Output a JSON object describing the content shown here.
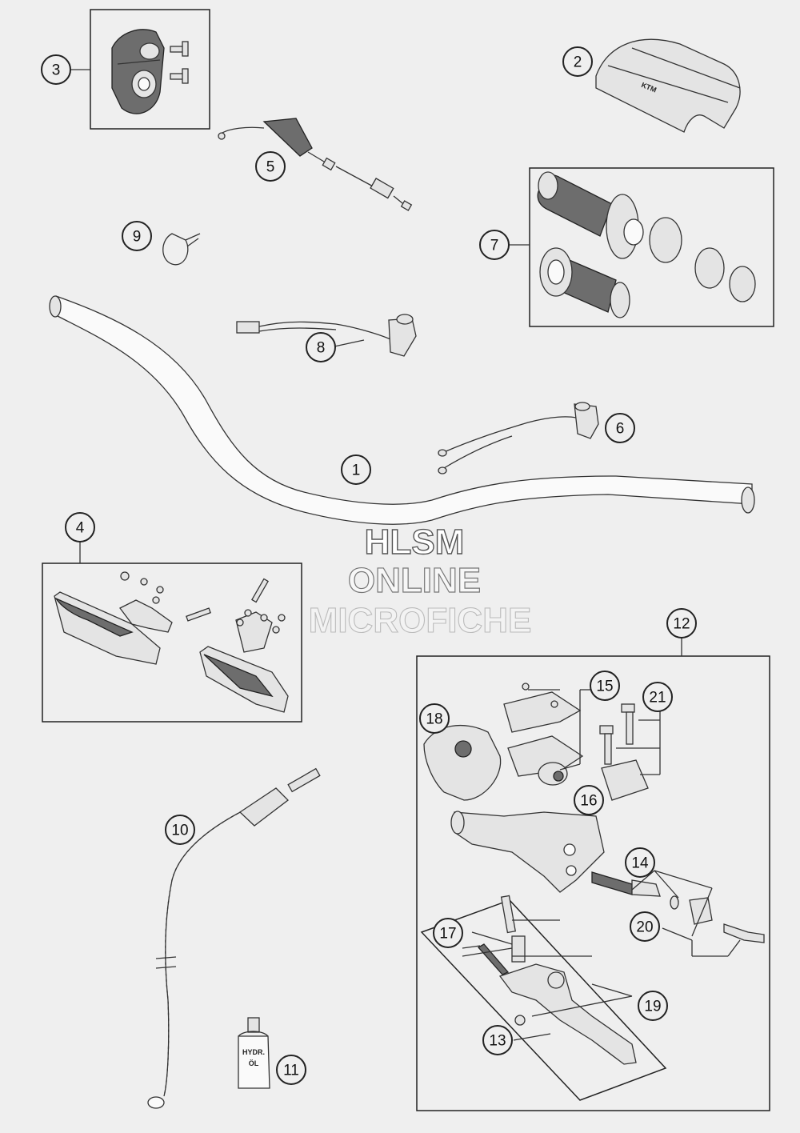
{
  "callouts": [
    {
      "id": "1",
      "label": "1"
    },
    {
      "id": "2",
      "label": "2"
    },
    {
      "id": "3",
      "label": "3"
    },
    {
      "id": "4",
      "label": "4"
    },
    {
      "id": "5",
      "label": "5"
    },
    {
      "id": "6",
      "label": "6"
    },
    {
      "id": "7",
      "label": "7"
    },
    {
      "id": "8",
      "label": "8"
    },
    {
      "id": "9",
      "label": "9"
    },
    {
      "id": "10",
      "label": "10"
    },
    {
      "id": "11",
      "label": "11"
    },
    {
      "id": "12",
      "label": "12"
    },
    {
      "id": "13",
      "label": "13"
    },
    {
      "id": "14",
      "label": "14"
    },
    {
      "id": "15",
      "label": "15"
    },
    {
      "id": "16",
      "label": "16"
    },
    {
      "id": "17",
      "label": "17"
    },
    {
      "id": "18",
      "label": "18"
    },
    {
      "id": "19",
      "label": "19"
    },
    {
      "id": "20",
      "label": "20"
    },
    {
      "id": "21",
      "label": "21"
    }
  ],
  "watermark": {
    "line1": "HLSM",
    "line2": "ONLINE",
    "line3": "MICROFICHE"
  },
  "part_labels": {
    "pad_logo": "KTM",
    "oil_bottle_line1": "HYDR.",
    "oil_bottle_line2": "ÖL"
  }
}
